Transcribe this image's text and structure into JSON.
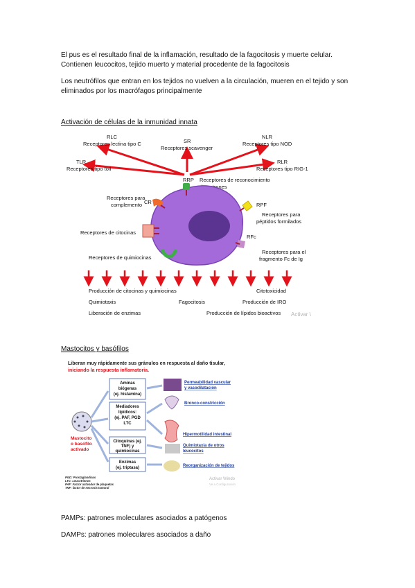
{
  "intro": {
    "p1_line1": "El pus es el resultado final de la inflamación, resultado de la fagocitosis y muerte celular.",
    "p1_line2": "Contienen leucocitos, tejido muerto y material procedente de la fagocitosis",
    "p2_line1": "Los neutrófilos que entran en los tejidos no vuelven a la circulación, mueren en el tejido y son",
    "p2_line2": "eliminados por los macrófagos principalmente"
  },
  "section1": {
    "heading": "Activación de células de la inmunidad innata",
    "figure": {
      "rlc": "RLC",
      "rlc_sub": "Receptores lectina tipo C",
      "sr": "SR",
      "sr_sub": "Receptores scavenger",
      "nlr": "NLR",
      "nlr_sub": "Receptores tipo NOD",
      "tlr": "TLR",
      "tlr_sub": "Receptores tipo toll",
      "rlr": "RLR",
      "rlr_sub": "Receptores tipo RIG-1",
      "rrp": "RRP",
      "rrp_sub1": "Receptores de reconocimiento",
      "rrp_sub2": "de patrones",
      "cr_label1": "Receptores para",
      "cr_label2": "complemento",
      "cr": "CR",
      "rpf": "RPF",
      "rpf_sub1": "Receptores para",
      "rpf_sub2": "péptidos formilados",
      "citocinas": "Receptores de citocinas",
      "rfc": "RFc",
      "rfc_sub1": "Receptores para el",
      "rfc_sub2": "fragmento Fc de Ig",
      "quimiocinas": "Receptores de quimiocinas",
      "out1": "Producción de citocinas y quimiocinas",
      "out2": "Citotoxicidad",
      "out3": "Quimiotaxis",
      "out4": "Fagocitosis",
      "out5": "Producción de IRO",
      "out6": "Liberación de enzimas",
      "out7": "Producción de lípidos bioactivos",
      "watermark": "Activar \\"
    }
  },
  "section2": {
    "heading": "Mastocitos y basófilos",
    "figure": {
      "title1": "Liberan muy rápidamente sus gránulos en respuesta al daño tisular,",
      "title2": "iniciando la respuesta inflamatoria.",
      "cell1": "Mastocito",
      "cell2": "o basófilo",
      "cell3": "activado",
      "box1_l1": "Aminas",
      "box1_l2": "biógenas",
      "box1_l3": "(ej. histamina)",
      "box2_l1": "Mediadores",
      "box2_l2": "lipídicos:",
      "box2_l3": "(ej. PAF, PGD",
      "box2_l4": "LTC",
      "box3_l1": "Citoquinas (ej.",
      "box3_l2": "TNF) y",
      "box3_l3": "quimiocinas",
      "box4_l1": "Enzimas",
      "box4_l2": "(ej. triptasa)",
      "eff1a": "Permeabilidad vascular",
      "eff1b": "y vasodilatación",
      "eff2": "Bronco-constricción",
      "eff3": "Hipermotilidad intestinal",
      "eff4a": "Quimiotaxia de otros",
      "eff4b": "leucocitos",
      "eff5": "Reorganización de tejidos",
      "legend1": "PGD: Prostaglandinas",
      "legend2": "LTC: Leucotrienos",
      "legend3": "PAF: Factor activador de plaquetas",
      "legend4": "TNF: factor de necrosis tumoral",
      "watermark1": "Activar Windo",
      "watermark2": "Ve a Configuración"
    }
  },
  "footer": {
    "pamps": "PAMPs: patrones moleculares asociados a patógenos",
    "damps": "DAMPs: patrones moleculares asociados a daño"
  },
  "colors": {
    "arrow_red": "#e3121b",
    "cell_purple": "#a56ad9",
    "nucleus": "#5a3490",
    "red_text": "#e3121b",
    "box_blue": "#3a5bb5"
  }
}
